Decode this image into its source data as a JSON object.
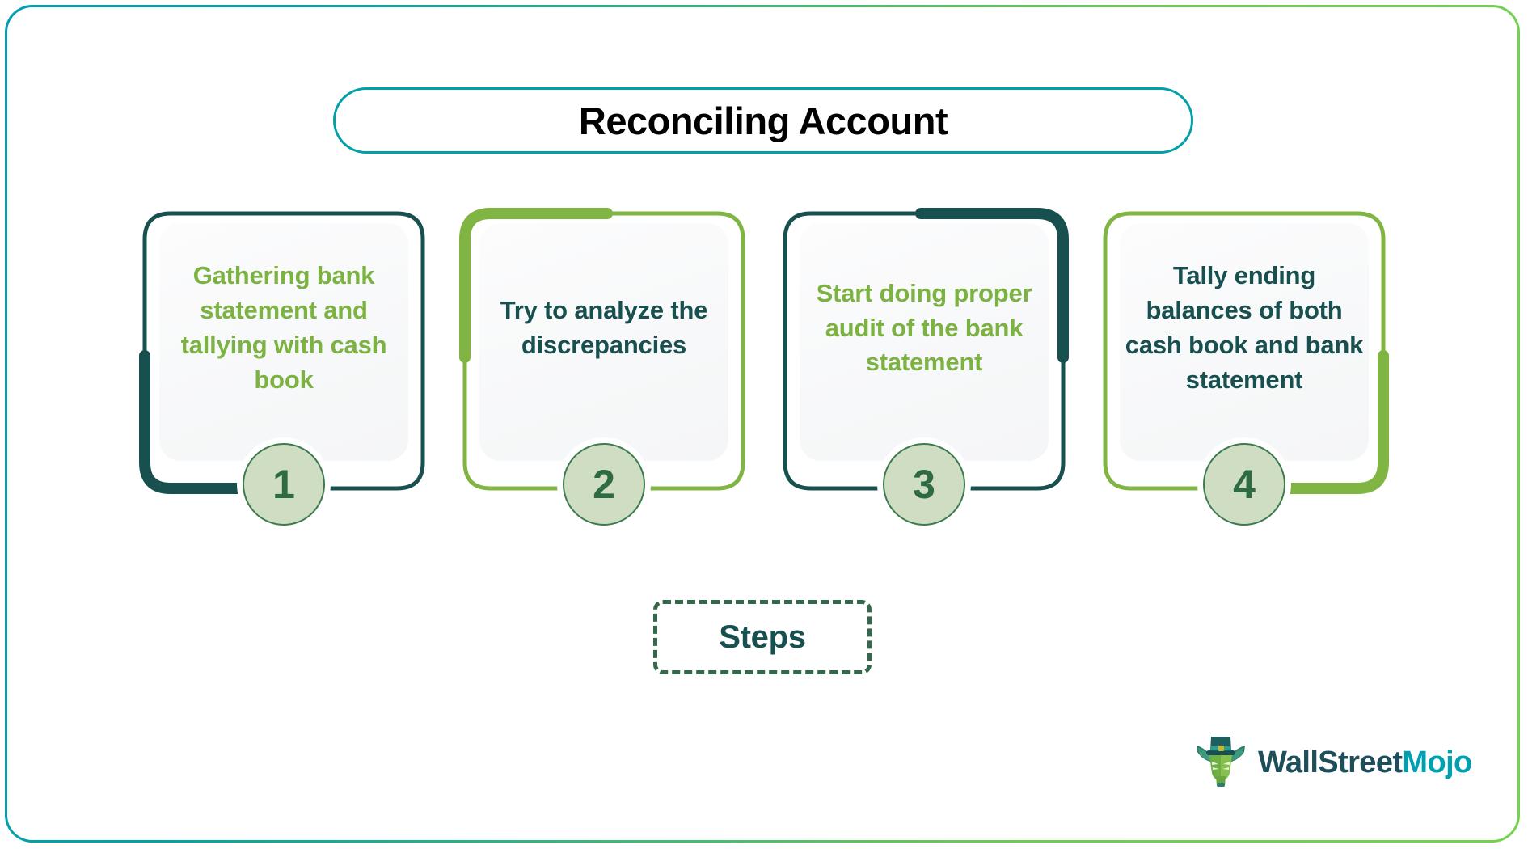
{
  "title": {
    "text": "Reconciling Account"
  },
  "footer_label": {
    "text": "Steps"
  },
  "logo": {
    "part1": "WallStreet",
    "part2": "Mojo",
    "mark": "bull-mascot-top-hat-icon"
  },
  "colors": {
    "frame_start": "#00a0ae",
    "frame_end": "#73d34e",
    "title_border": "#00a0a8",
    "title_text": "#000000",
    "green": "#7bb241",
    "olive_border": "#80b443",
    "teal": "#17504f",
    "dark_teal_border": "#17504f",
    "badge_fill": "#cfdec3",
    "badge_ring": "#3d7a4e",
    "badge_text": "#2f6b42",
    "steps_border": "#33694a",
    "panel_bg": "#f7f8f9",
    "logo_dark": "#1d4e5a",
    "logo_accent": "#00a0b0"
  },
  "steps": [
    {
      "number": "1",
      "text": "Gathering bank statement and tallying with cash book",
      "text_color": "green",
      "border_color": "#17504f",
      "emphasis": "left-bottom"
    },
    {
      "number": "2",
      "text": "Try to analyze the discrepancies",
      "text_color": "teal",
      "border_color": "#80b443",
      "emphasis": "top-left"
    },
    {
      "number": "3",
      "text": "Start doing proper audit of the bank statement",
      "text_color": "green",
      "border_color": "#17504f",
      "emphasis": "top-right"
    },
    {
      "number": "4",
      "text": "Tally ending balances of both cash book and bank statement",
      "text_color": "teal",
      "border_color": "#80b443",
      "emphasis": "right-bottom"
    }
  ]
}
